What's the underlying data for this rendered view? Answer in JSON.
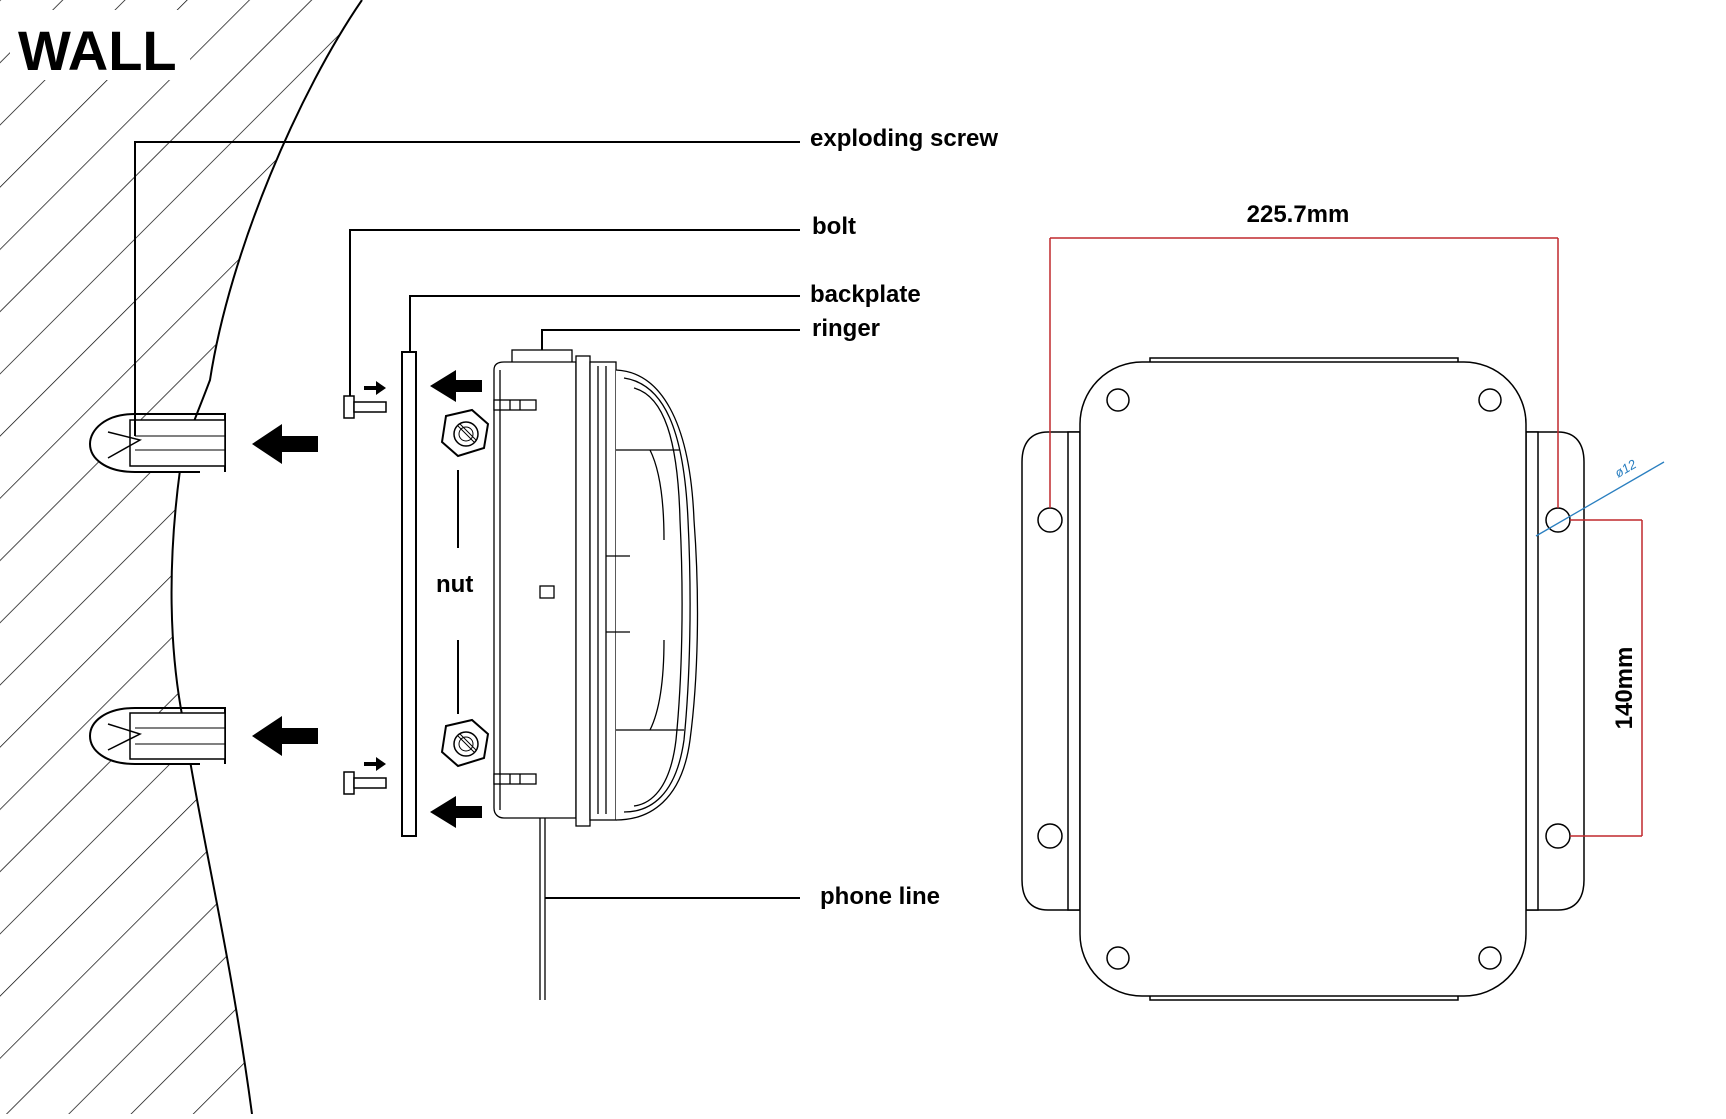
{
  "title": "WALL",
  "labels": {
    "exploding_screw": "exploding screw",
    "bolt": "bolt",
    "backplate": "backplate",
    "ringer": "ringer",
    "nut": "nut",
    "phone_line": "phone line"
  },
  "dimensions": {
    "width": "225.7mm",
    "height": "140mm",
    "hole_diameter": "ø12"
  },
  "colors": {
    "line": "#000000",
    "dimension_line": "#c0282d",
    "diameter_line": "#2a7fc0"
  }
}
